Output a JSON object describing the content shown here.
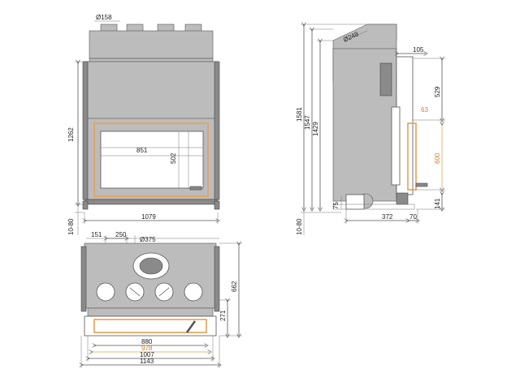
{
  "front_view": {
    "flue_diameter": "Ø158",
    "height_total": "1262",
    "base_gap": "10-80",
    "glass_width": "851",
    "glass_height": "502",
    "width": "1079"
  },
  "side_view": {
    "flue_diameter": "Ø248",
    "height_1581": "1581",
    "height_1547": "1547",
    "height_1429": "1429",
    "depth_105": "105",
    "height_529": "529",
    "offset_63": "63",
    "door_height_600": "600",
    "height_141": "141",
    "depth_372": "372",
    "depth_70": "70",
    "foot_75": "75",
    "base_gap": "10-80"
  },
  "top_view": {
    "offset_151": "151",
    "offset_250": "250",
    "vent_diameter": "Ø375",
    "depth_662": "662",
    "depth_271": "271",
    "width_880": "880",
    "width_978": "978",
    "width_1007": "1007",
    "width_1143": "1143"
  },
  "colors": {
    "accent": "#e8a050",
    "body": "#bcbcbc",
    "line": "#555555"
  }
}
